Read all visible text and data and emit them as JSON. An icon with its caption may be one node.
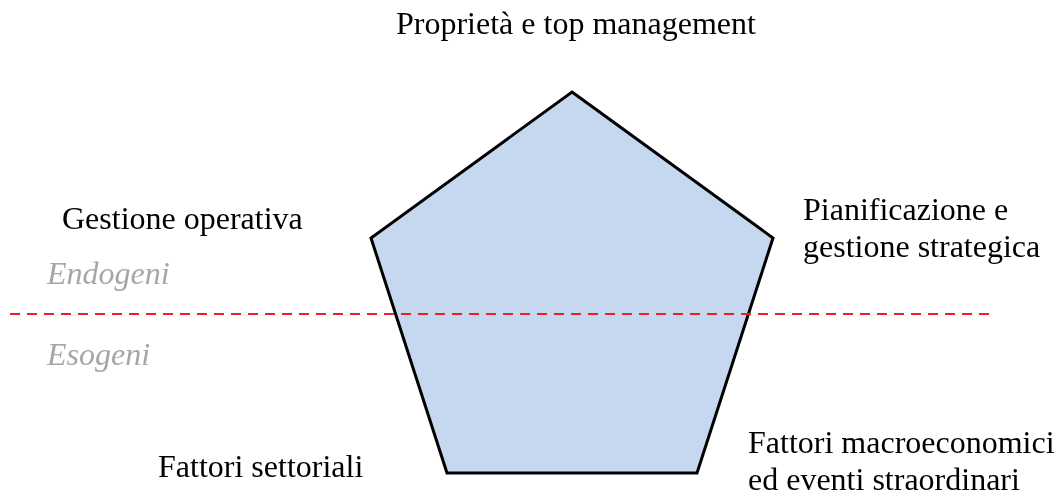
{
  "diagram": {
    "nodes": [
      {
        "text": [],
        "shape": "pentagon"
      }
    ],
    "labels": [
      "Proprietà e top management",
      "Gestione operativa",
      "Pianificazione e gestione strategica",
      "Endogeni",
      "Esogeni",
      "Fattori settoriali",
      "Fattori macroeconomici ed eventi straordinari"
    ]
  }
}
